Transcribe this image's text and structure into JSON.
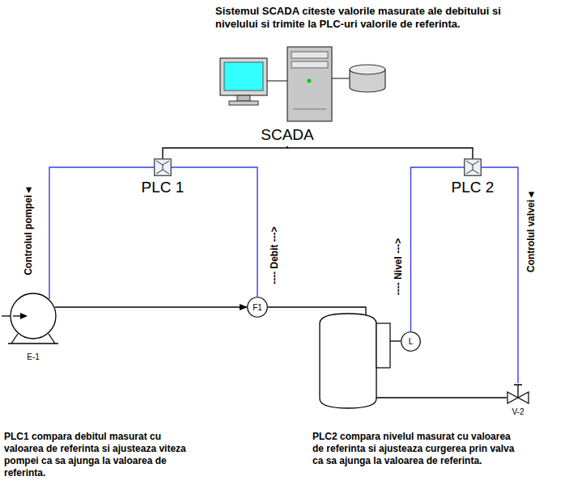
{
  "diagram": {
    "title": "Sistemul SCADA citeste valorile masurate ale debitului si nivelului si trimite la PLC-uri valorile de referinta.",
    "nodes": [
      {
        "text": [
          "SCADA"
        ]
      },
      {
        "text": [
          "PLC 1"
        ]
      },
      {
        "text": [
          "PLC 2"
        ]
      },
      {
        "text": [
          "E-1"
        ]
      },
      {
        "text": [
          "F1"
        ]
      },
      {
        "text": [
          "L"
        ]
      },
      {
        "text": [
          "V-2"
        ]
      }
    ],
    "edges": [
      {
        "from": 0,
        "to": 1,
        "arrow": "none"
      },
      {
        "from": 0,
        "to": 2,
        "arrow": "none"
      },
      {
        "from": 1,
        "to": 3,
        "label": "Controlul pompei◄",
        "arrow": "none"
      },
      {
        "from": 4,
        "to": 1,
        "label": "---- Debit --->",
        "arrow": "none"
      },
      {
        "from": 5,
        "to": 2,
        "label": "---- Nivel --->",
        "arrow": "none"
      },
      {
        "from": 2,
        "to": 6,
        "label": "Controlul valvei◄",
        "arrow": "none"
      },
      {
        "from": 3,
        "to": 4,
        "arrow": "to"
      }
    ],
    "labels": [
      "PLC1 compara debitul masurat cu valoarea de referinta si ajusteaza viteza pompei ca sa ajunga la valoarea de referinta.",
      "PLC2 compara nivelul masurat cu valoarea de referinta si ajusteaza curgerea prin valva ca sa ajunga la valoarea de referinta."
    ]
  }
}
